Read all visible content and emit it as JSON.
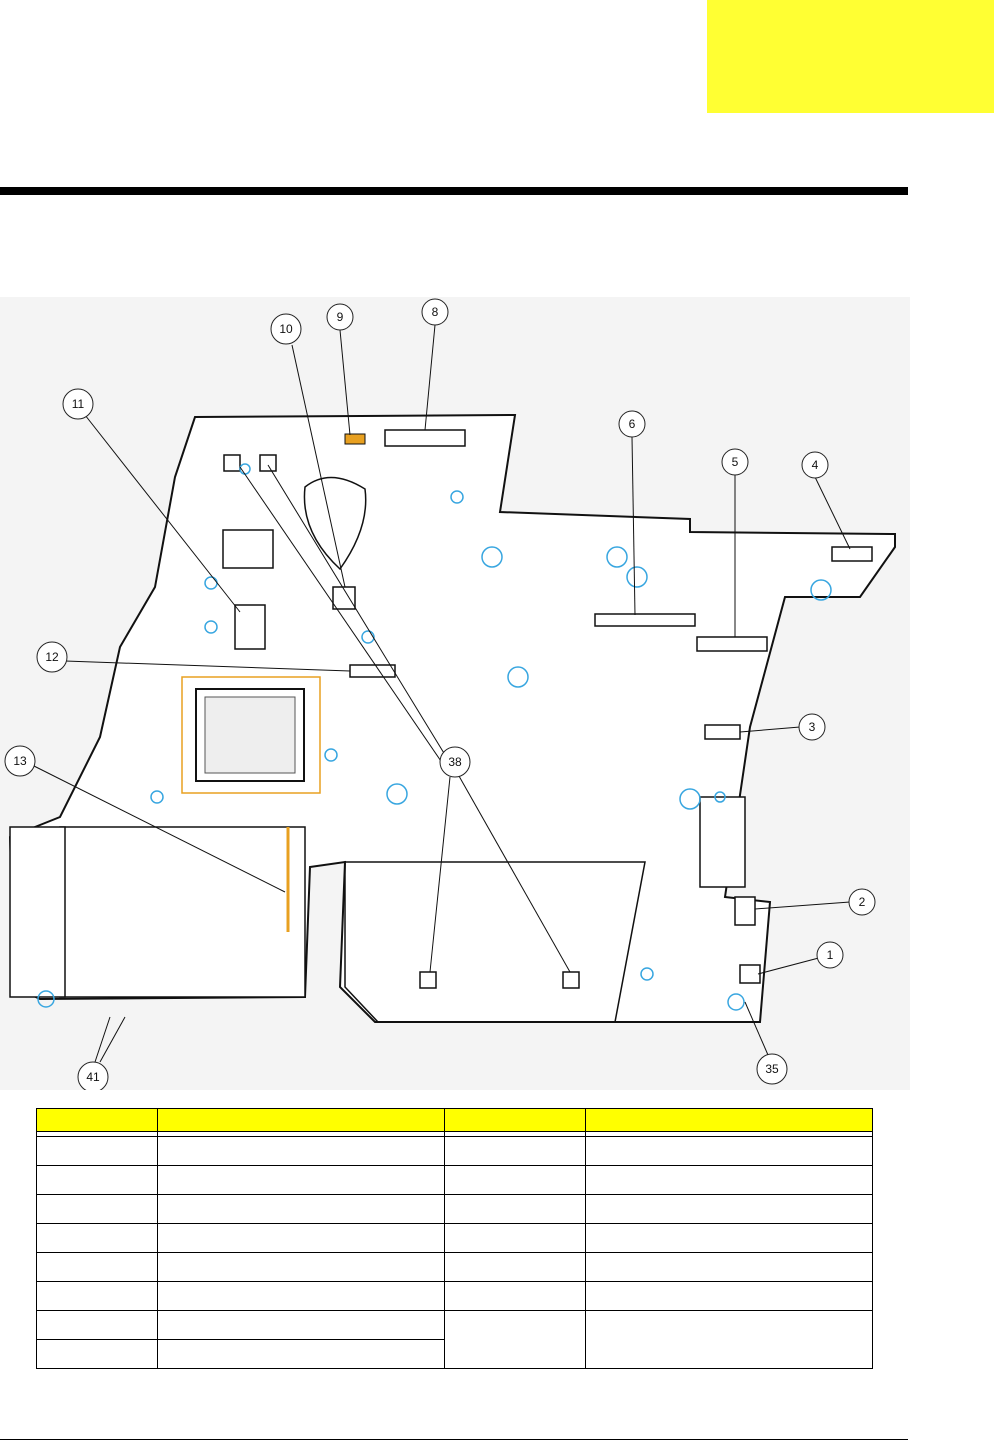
{
  "diagram": {
    "callouts": [
      "1",
      "2",
      "3",
      "4",
      "5",
      "6",
      "8",
      "9",
      "10",
      "11",
      "12",
      "13",
      "35",
      "38",
      "41"
    ]
  },
  "table": {
    "headers": [
      "",
      "",
      "",
      ""
    ],
    "rows": 8
  }
}
